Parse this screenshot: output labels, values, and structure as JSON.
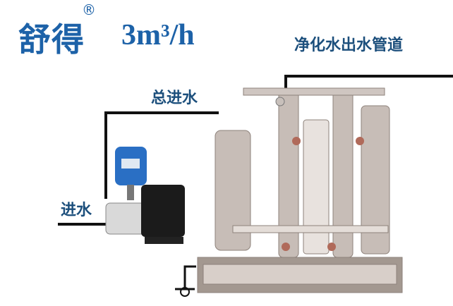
{
  "brand": {
    "name": "舒得",
    "registered_mark": "®"
  },
  "capacity": "3m³/h",
  "labels": {
    "purified_outlet": "净化水出水管道",
    "main_inlet": "总进水",
    "inlet": "进水"
  },
  "colors": {
    "brand_blue": "#1d62a8",
    "label_blue": "#1c4f7c",
    "pipe": "#111111",
    "steel": "#b9aea8",
    "pump_tank": "#2a6fc4"
  }
}
